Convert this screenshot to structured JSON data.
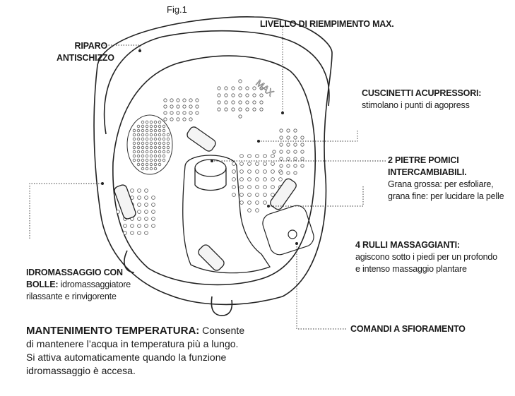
{
  "figure_label": "Fig.1",
  "labels": {
    "riparo": {
      "title_line1": "RIPARO",
      "title_line2": "ANTISCHIZZO"
    },
    "livello": {
      "title": "LIVELLO DI RIEMPIMENTO MAX."
    },
    "cuscinetti": {
      "title": "CUSCINETTI ACUPRESSORI:",
      "desc": "stimolano i punti di agopress"
    },
    "pietre": {
      "title_line1": "2 PIETRE POMICI",
      "title_line2": "INTERCAMBIABILI.",
      "desc_line1": "Grana grossa: per esfoliare,",
      "desc_line2": "grana fine: per lucidare la pelle"
    },
    "rulli": {
      "title": "4 RULLI MASSAGGIANTI:",
      "desc_line1": "agiscono sotto i piedi per un profondo",
      "desc_line2": "e intenso massaggio plantare"
    },
    "idro": {
      "title_line1": "IDROMASSAGGIO CON",
      "title_line2_bold": "BOLLE:",
      "title_line2_rest": " idromassaggiatore",
      "desc_line3": "rilassante e rinvigorente"
    },
    "comandi": {
      "title": "COMANDI A SFIORAMENTO"
    },
    "temperatura": {
      "title": "MANTENIMENTO TEMPERATURA:",
      "line1_rest": " Consente",
      "line2": "di mantenere l’acqua in temperatura più a lungo.",
      "line3": "Si attiva automaticamente quando la funzione",
      "line4": "idromassaggio è accesa."
    }
  },
  "max_mark": "MAX"
}
